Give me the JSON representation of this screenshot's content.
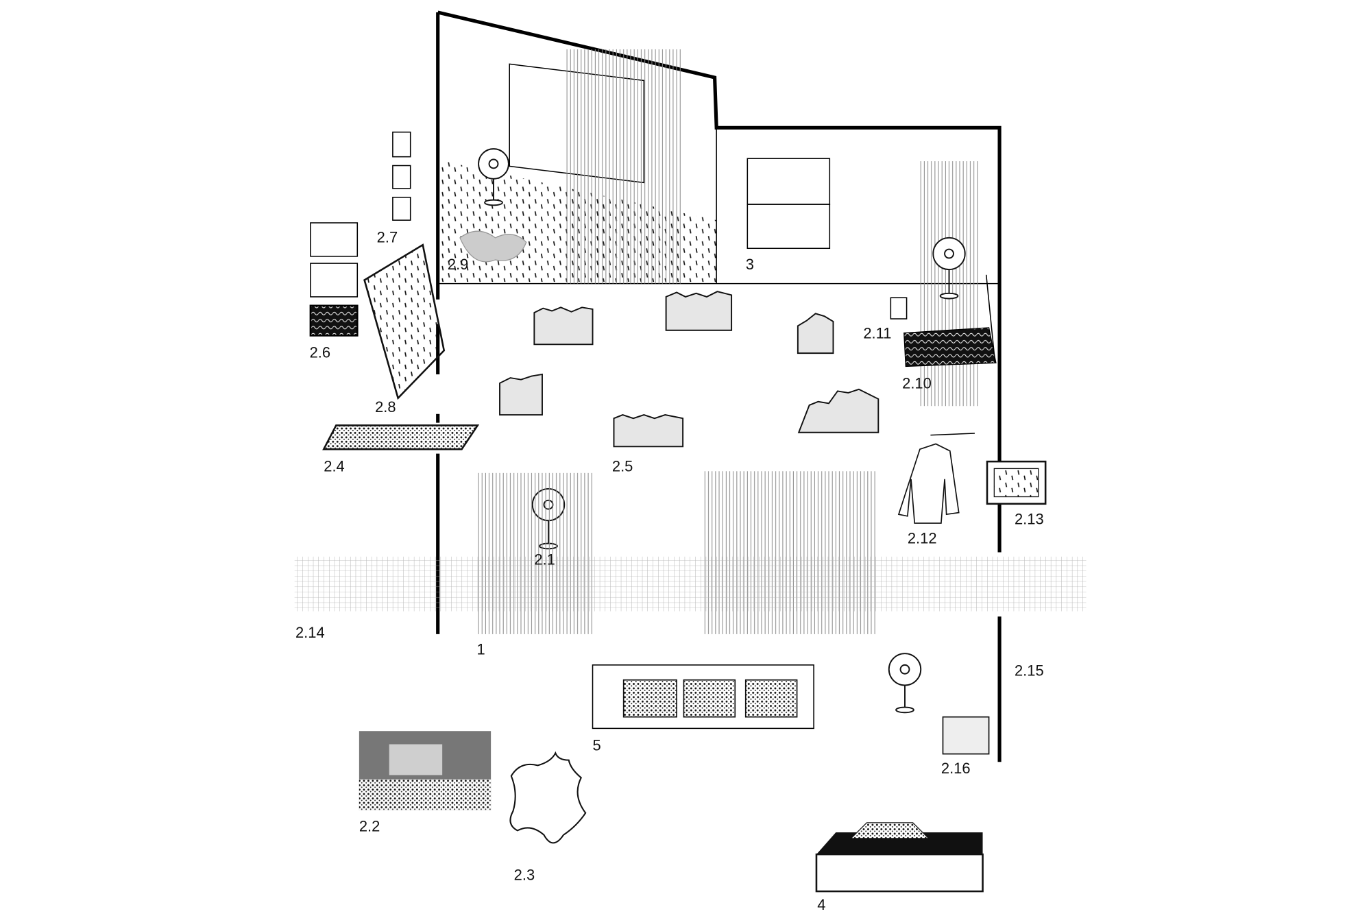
{
  "diagram": {
    "type": "exhibition-floor-plan-sketch",
    "colors": {
      "ink": "#111111",
      "grille": "#8a8a8a",
      "fabric": "#9a9a9a",
      "block": "#e6e6e6"
    },
    "labels": {
      "l_1": "1",
      "l_2_1": "2.1",
      "l_2_2": "2.2",
      "l_2_3": "2.3",
      "l_2_4": "2.4",
      "l_2_5": "2.5",
      "l_2_6": "2.6",
      "l_2_7": "2.7",
      "l_2_8": "2.8",
      "l_2_9": "2.9",
      "l_2_10": "2.10",
      "l_2_11": "2.11",
      "l_2_12": "2.12",
      "l_2_13": "2.13",
      "l_2_14": "2.14",
      "l_2_15": "2.15",
      "l_2_16": "2.16",
      "l_3": "3",
      "l_4": "4",
      "l_5": "5"
    }
  }
}
